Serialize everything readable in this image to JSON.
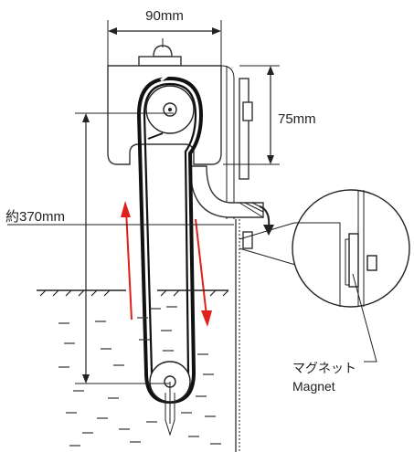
{
  "dimensions": {
    "width_label": "90mm",
    "height_label": "75mm",
    "length_label": "約370mm"
  },
  "callout": {
    "label_jp": "マグネット",
    "label_en": "Magnet"
  },
  "colors": {
    "line": "#222222",
    "flow_arrow": "#e0201a",
    "water": "#333333"
  },
  "icons": [
    "pulley-top-icon",
    "pulley-bottom-icon",
    "magnet-icon",
    "drain-arrow-icon"
  ]
}
